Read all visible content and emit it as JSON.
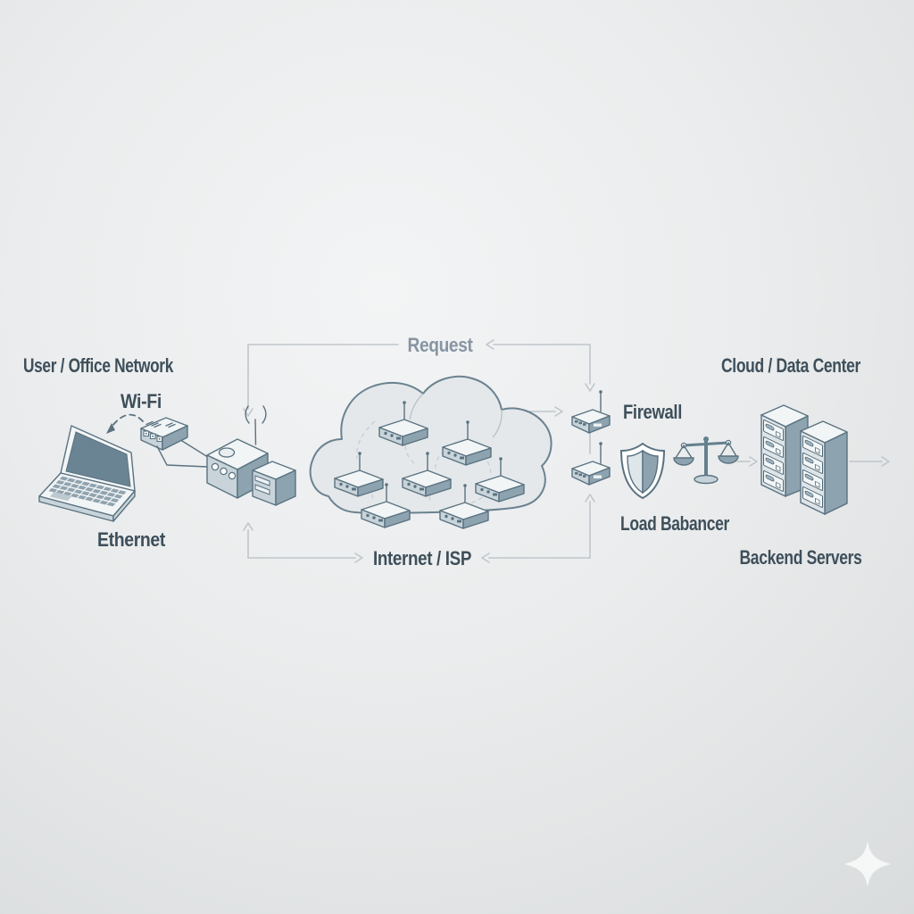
{
  "diagram": {
    "type": "network-architecture-flow",
    "labels": {
      "office_network": "User / Office Network",
      "wifi": "Wi-Fi",
      "ethernet": "Ethernet",
      "request": "Request",
      "internet_isp": "Internet / ISP",
      "firewall": "Firewall",
      "cloud_data_center": "Cloud / Data Center",
      "load_balancer": "Load Babancer",
      "backend_servers": "Backend Servers"
    },
    "sections": [
      {
        "name": "User / Office Network",
        "devices": [
          "laptop",
          "wifi-access-switch",
          "router-with-antenna",
          "desktop-unit"
        ],
        "connections": [
          "Wi-Fi (dashed)",
          "Ethernet (solid)"
        ]
      },
      {
        "name": "Internet / ISP",
        "devices": [
          "cloud-with-7-routers"
        ],
        "flow_top": "Request",
        "flow_bottom": "Internet / ISP"
      },
      {
        "name": "Cloud / Data Center",
        "devices": [
          "edge-router-1",
          "edge-router-2",
          "security-shield",
          "balance-scales",
          "server-tower-1",
          "server-tower-2"
        ],
        "labels": [
          "Firewall",
          "Load Babancer",
          "Backend Servers"
        ]
      }
    ],
    "flow_order": [
      "User / Office Network",
      "Internet / ISP",
      "Firewall",
      "Load Babancer",
      "Backend Servers"
    ],
    "icons": [
      "laptop-icon",
      "wifi-switch-icon",
      "office-router-icon",
      "cloud-icon",
      "cloud-router-icon",
      "firewall-router-icon",
      "shield-icon",
      "scales-icon",
      "server-tower-icon",
      "sparkle-icon"
    ],
    "colors": {
      "background": "#eaeced",
      "text_dark": "#3e4f5a",
      "text_light": "#8795a2",
      "connector_line": "#bfc6cb",
      "device_outline": "#5a7280",
      "device_fill_light": "#f2f5f6",
      "device_fill_medium": "#c8d4da",
      "device_fill_dark": "#8da3b0",
      "laptop_screen": "#6a8493",
      "cloud_fill": "#e4e8ea"
    }
  }
}
